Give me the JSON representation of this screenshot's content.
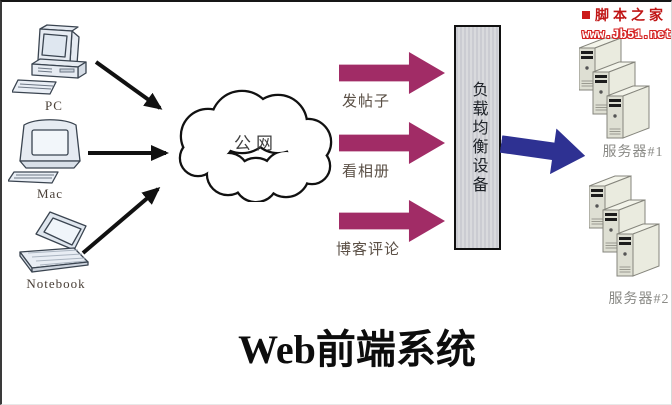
{
  "logo": {
    "brand": "脚本之家",
    "url": "www.Jb51.net"
  },
  "clients": [
    {
      "label": "PC",
      "icon": "desktop-pc-icon"
    },
    {
      "label": "Mac",
      "icon": "imac-crt-icon"
    },
    {
      "label": "Notebook",
      "icon": "laptop-icon"
    }
  ],
  "cloud": {
    "label": "公网"
  },
  "requests": [
    {
      "label": "发帖子"
    },
    {
      "label": "看相册"
    },
    {
      "label": "博客评论"
    }
  ],
  "load_balancer": {
    "label": "负载均衡设备"
  },
  "servers": [
    {
      "label": "服务器#1",
      "icon": "server-tower-stack-icon"
    },
    {
      "label": "服务器#2",
      "icon": "server-tower-stack-icon"
    }
  ],
  "title": "Web前端系统",
  "colors": {
    "request_arrow": "#A12C66",
    "dispatch_arrow": "#2E3192",
    "connector_arrow": "#111111",
    "logo_red": "#c01616"
  }
}
